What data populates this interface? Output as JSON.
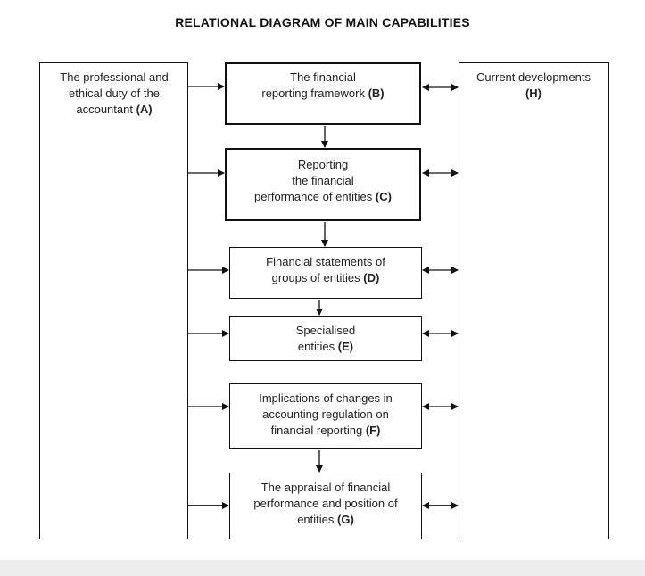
{
  "title": "RELATIONAL DIAGRAM OF MAIN CAPABILITIES",
  "boxes": {
    "A": {
      "line1": "The professional and",
      "line2": "ethical duty of the",
      "line3_text": "accountant ",
      "letter": "(A)"
    },
    "B": {
      "line1": "The financial",
      "line2_text": "reporting framework ",
      "letter": "(B)"
    },
    "C": {
      "line1": "Reporting",
      "line2": "the financial",
      "line3_text": "performance of entities ",
      "letter": "(C)"
    },
    "D": {
      "line1": "Financial statements of",
      "line2_text": "groups of entities ",
      "letter": "(D)"
    },
    "E": {
      "line1": "Specialised",
      "line2_text": "entities ",
      "letter": "(E)"
    },
    "F": {
      "line1": "Implications of changes in",
      "line2": "accounting regulation on",
      "line3_text": "financial reporting ",
      "letter": "(F)"
    },
    "G": {
      "line1": "The appraisal of financial",
      "line2": "performance and position of",
      "line3_text": "entities ",
      "letter": "(G)"
    },
    "H": {
      "line1": "Current developments",
      "letter": "(H)"
    }
  }
}
